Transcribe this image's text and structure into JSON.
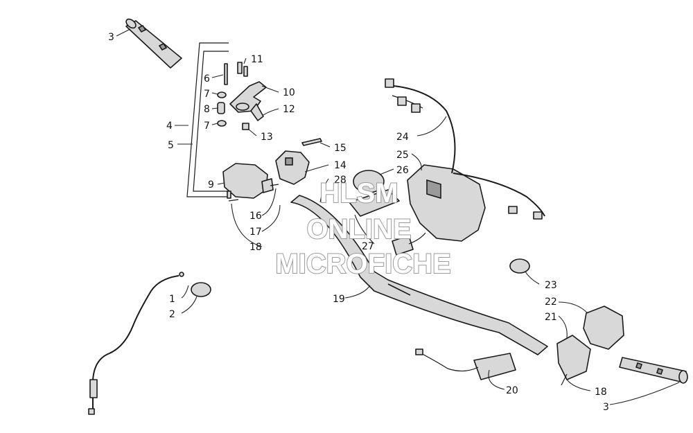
{
  "diagram": {
    "callouts": [
      "1",
      "2",
      "3",
      "3",
      "4",
      "5",
      "6",
      "7",
      "7",
      "8",
      "9",
      "10",
      "11",
      "12",
      "13",
      "14",
      "15",
      "16",
      "17",
      "18",
      "18",
      "19",
      "20",
      "21",
      "22",
      "23",
      "24",
      "25",
      "26",
      "27",
      "28"
    ]
  },
  "watermark": {
    "line1": "HLSM",
    "line2": "ONLINE",
    "line3": "MICROFICHE"
  }
}
